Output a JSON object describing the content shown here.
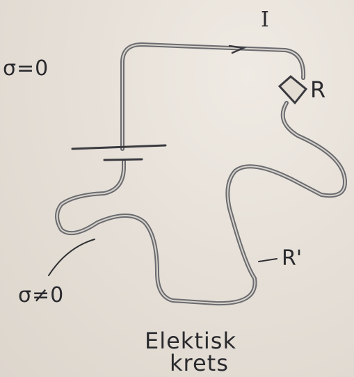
{
  "labels": {
    "current": "I",
    "resistor": "R",
    "wire_resistance": "R'",
    "sigma_zero": "σ=0",
    "sigma_nonzero": "σ≠0"
  },
  "caption": {
    "line1": "Elektisk",
    "line2": "krets"
  },
  "colors": {
    "ink": "#2a2a2e",
    "paper": "#e7e1d9"
  }
}
